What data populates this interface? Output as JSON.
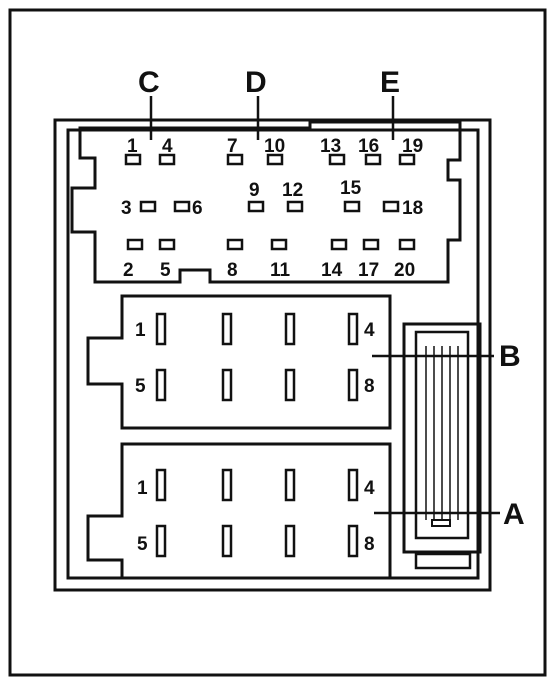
{
  "diagram": {
    "colors": {
      "line": "#111111",
      "bg": "#ffffff",
      "pin_fill": "#ffffff"
    },
    "connector_labels": {
      "C": "C",
      "D": "D",
      "E": "E",
      "B": "B",
      "A": "A"
    },
    "small_connector_pins": {
      "p1": "1",
      "p2": "2",
      "p3": "3",
      "p4": "4",
      "p5": "5",
      "p6": "6",
      "p7": "7",
      "p8": "8",
      "p9": "9",
      "p10": "10",
      "p11": "11",
      "p12": "12",
      "p13": "13",
      "p14": "14",
      "p15": "15",
      "p16": "16",
      "p17": "17",
      "p18": "18",
      "p19": "19",
      "p20": "20"
    },
    "connector_b_pins": {
      "p1": "1",
      "p4": "4",
      "p5": "5",
      "p8": "8"
    },
    "connector_a_pins": {
      "p1": "1",
      "p4": "4",
      "p5": "5",
      "p8": "8"
    }
  }
}
